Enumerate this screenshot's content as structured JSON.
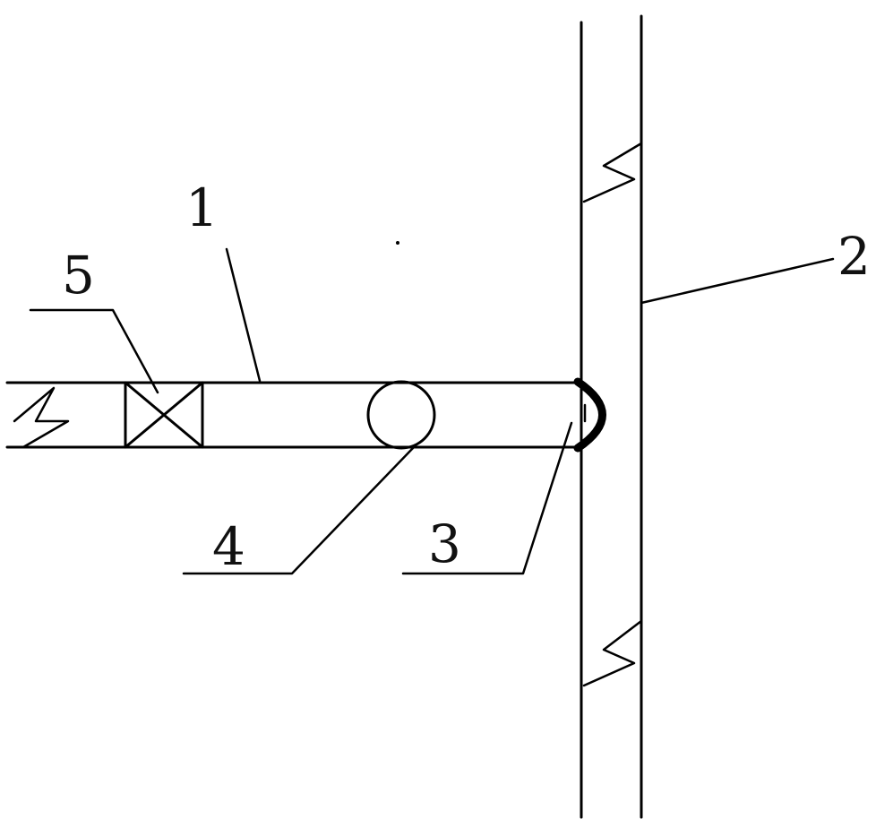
{
  "figure": {
    "labels": {
      "beam": "1",
      "wall": "2",
      "seal": "3",
      "sphere": "4",
      "block": "5"
    },
    "line_color": "#000000",
    "background": "#ffffff"
  }
}
